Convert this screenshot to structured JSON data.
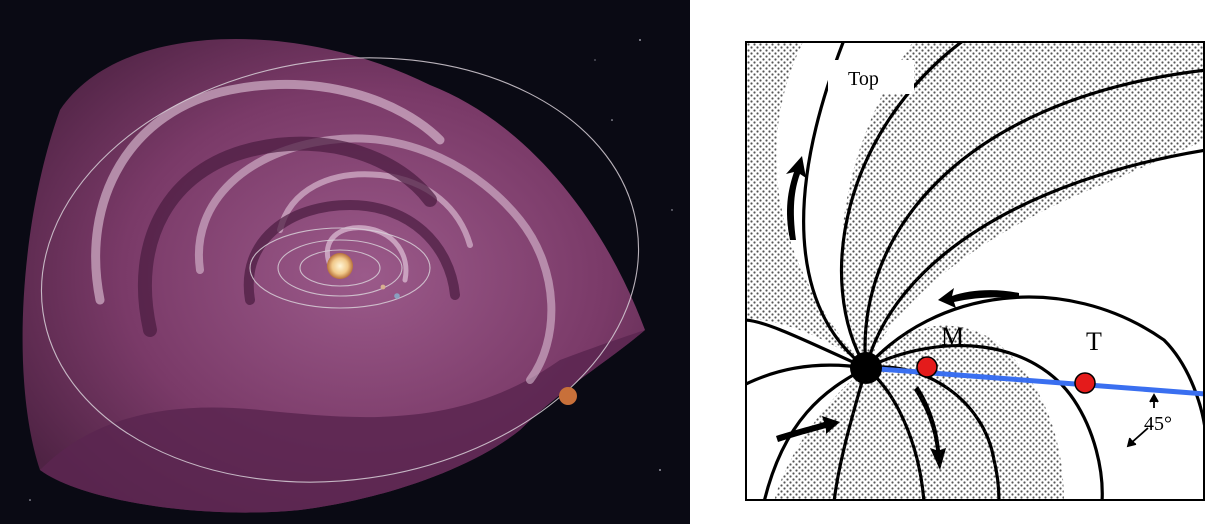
{
  "diagram": {
    "top_label": "Top",
    "point_m_label": "M",
    "point_t_label": "T",
    "angle_label": "45°"
  },
  "colors": {
    "space": "#0a0a14",
    "sheet": "#7a3a68",
    "sheet_highlight": "#e6cfe0",
    "line": "#3a6ff0",
    "points": "#e41b1b",
    "sun": "#000000"
  },
  "icons": {
    "sun": "sun-icon",
    "arrows": "arrow-icon"
  }
}
